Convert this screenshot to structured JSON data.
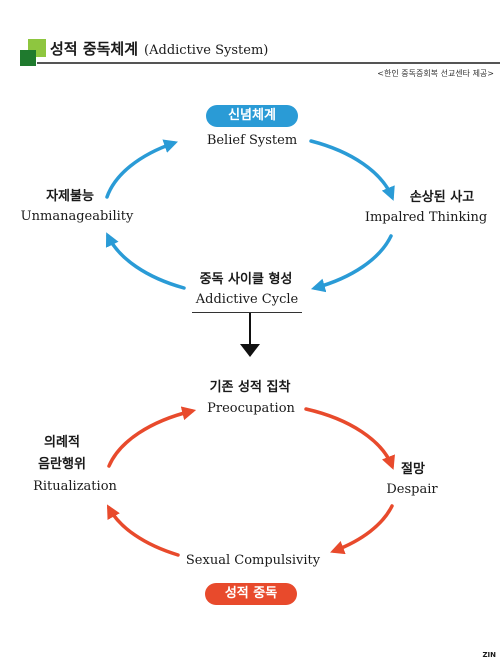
{
  "header": {
    "title_ko": "성적 중독체계",
    "title_en": "(Addictive System)",
    "source": "<한인 중독증회복 선교센타 제공>"
  },
  "top_cycle": {
    "top": {
      "ko": "신념체계",
      "en": "Belief System"
    },
    "left": {
      "ko": "자제불능",
      "en": "Unmanageability"
    },
    "right": {
      "ko": "손상된 사고",
      "en": "Impalred Thinking"
    },
    "bottom": {
      "ko": "중독 사이클 형성",
      "en": "Addictive Cycle"
    },
    "color": "#2a9bd6"
  },
  "bottom_cycle": {
    "top": {
      "ko": "기존 성적 집착",
      "en": "Preocupation"
    },
    "left": {
      "ko_line1": "의례적",
      "ko_line2": "음란행위",
      "en": "Ritualization"
    },
    "right": {
      "ko": "절망",
      "en": "Despair"
    },
    "bottom": {
      "ko": "성적 중독",
      "en": "Sexual Compulsivity"
    },
    "color": "#e84a2c"
  },
  "footer": {
    "mark": "ZIN"
  },
  "icons": [
    "down-arrow-icon",
    "cycle-arrowhead-icon"
  ]
}
